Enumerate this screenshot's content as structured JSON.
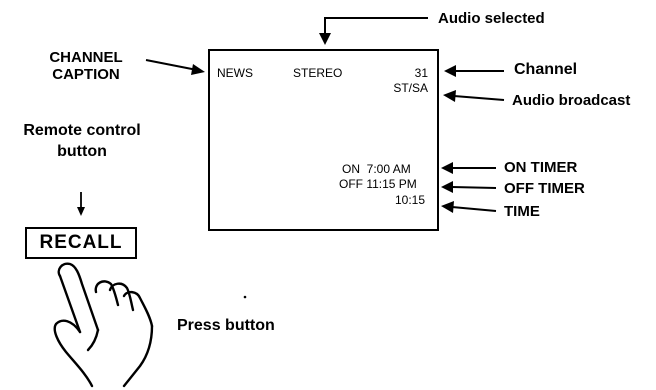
{
  "callouts": {
    "audio_selected": "Audio selected",
    "channel_caption_line1": "CHANNEL",
    "channel_caption_line2": "CAPTION",
    "channel": "Channel",
    "audio_broadcast": "Audio broadcast",
    "on_timer": "ON TIMER",
    "off_timer": "OFF TIMER",
    "time": "TIME",
    "remote_line1": "Remote control",
    "remote_line2": "button",
    "press_button": "Press button"
  },
  "screen": {
    "caption": "NEWS",
    "audio_selected": "STEREO",
    "channel": "31",
    "audio_broadcast": "ST/SA",
    "on_timer": "ON  7:00 AM",
    "off_timer": "OFF 11:15 PM",
    "time": "10:15"
  },
  "remote": {
    "button_label": "RECALL"
  }
}
